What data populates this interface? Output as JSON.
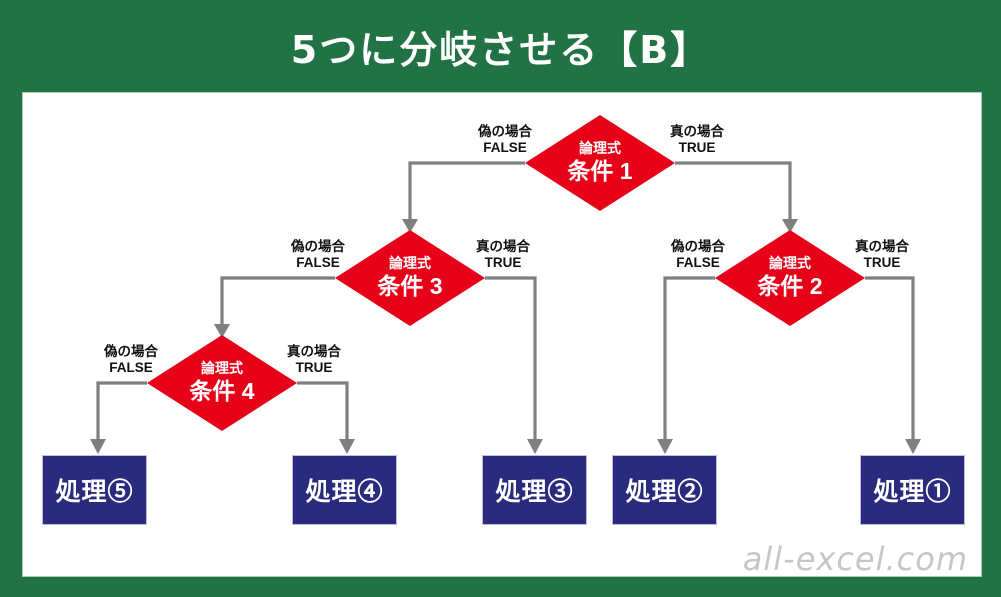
{
  "header": {
    "title": "5つに分岐させる【B】"
  },
  "watermark": "all-excel.com",
  "colors": {
    "background_green": "#217346",
    "diamond_red": "#e60018",
    "process_navy": "#2a2a7f",
    "connector_gray": "#7f7f7f",
    "canvas_white": "#ffffff"
  },
  "diamonds": [
    {
      "type_label": "論理式",
      "condition": "条件 1",
      "false_case": {
        "line1": "偽の場合",
        "line2": "FALSE"
      },
      "true_case": {
        "line1": "真の場合",
        "line2": "TRUE"
      }
    },
    {
      "type_label": "論理式",
      "condition": "条件 2",
      "false_case": {
        "line1": "偽の場合",
        "line2": "FALSE"
      },
      "true_case": {
        "line1": "真の場合",
        "line2": "TRUE"
      }
    },
    {
      "type_label": "論理式",
      "condition": "条件 3",
      "false_case": {
        "line1": "偽の場合",
        "line2": "FALSE"
      },
      "true_case": {
        "line1": "真の場合",
        "line2": "TRUE"
      }
    },
    {
      "type_label": "論理式",
      "condition": "条件 4",
      "false_case": {
        "line1": "偽の場合",
        "line2": "FALSE"
      },
      "true_case": {
        "line1": "真の場合",
        "line2": "TRUE"
      }
    }
  ],
  "processes": [
    {
      "label": "処理⑤"
    },
    {
      "label": "処理④"
    },
    {
      "label": "処理③"
    },
    {
      "label": "処理②"
    },
    {
      "label": "処理①"
    }
  ]
}
